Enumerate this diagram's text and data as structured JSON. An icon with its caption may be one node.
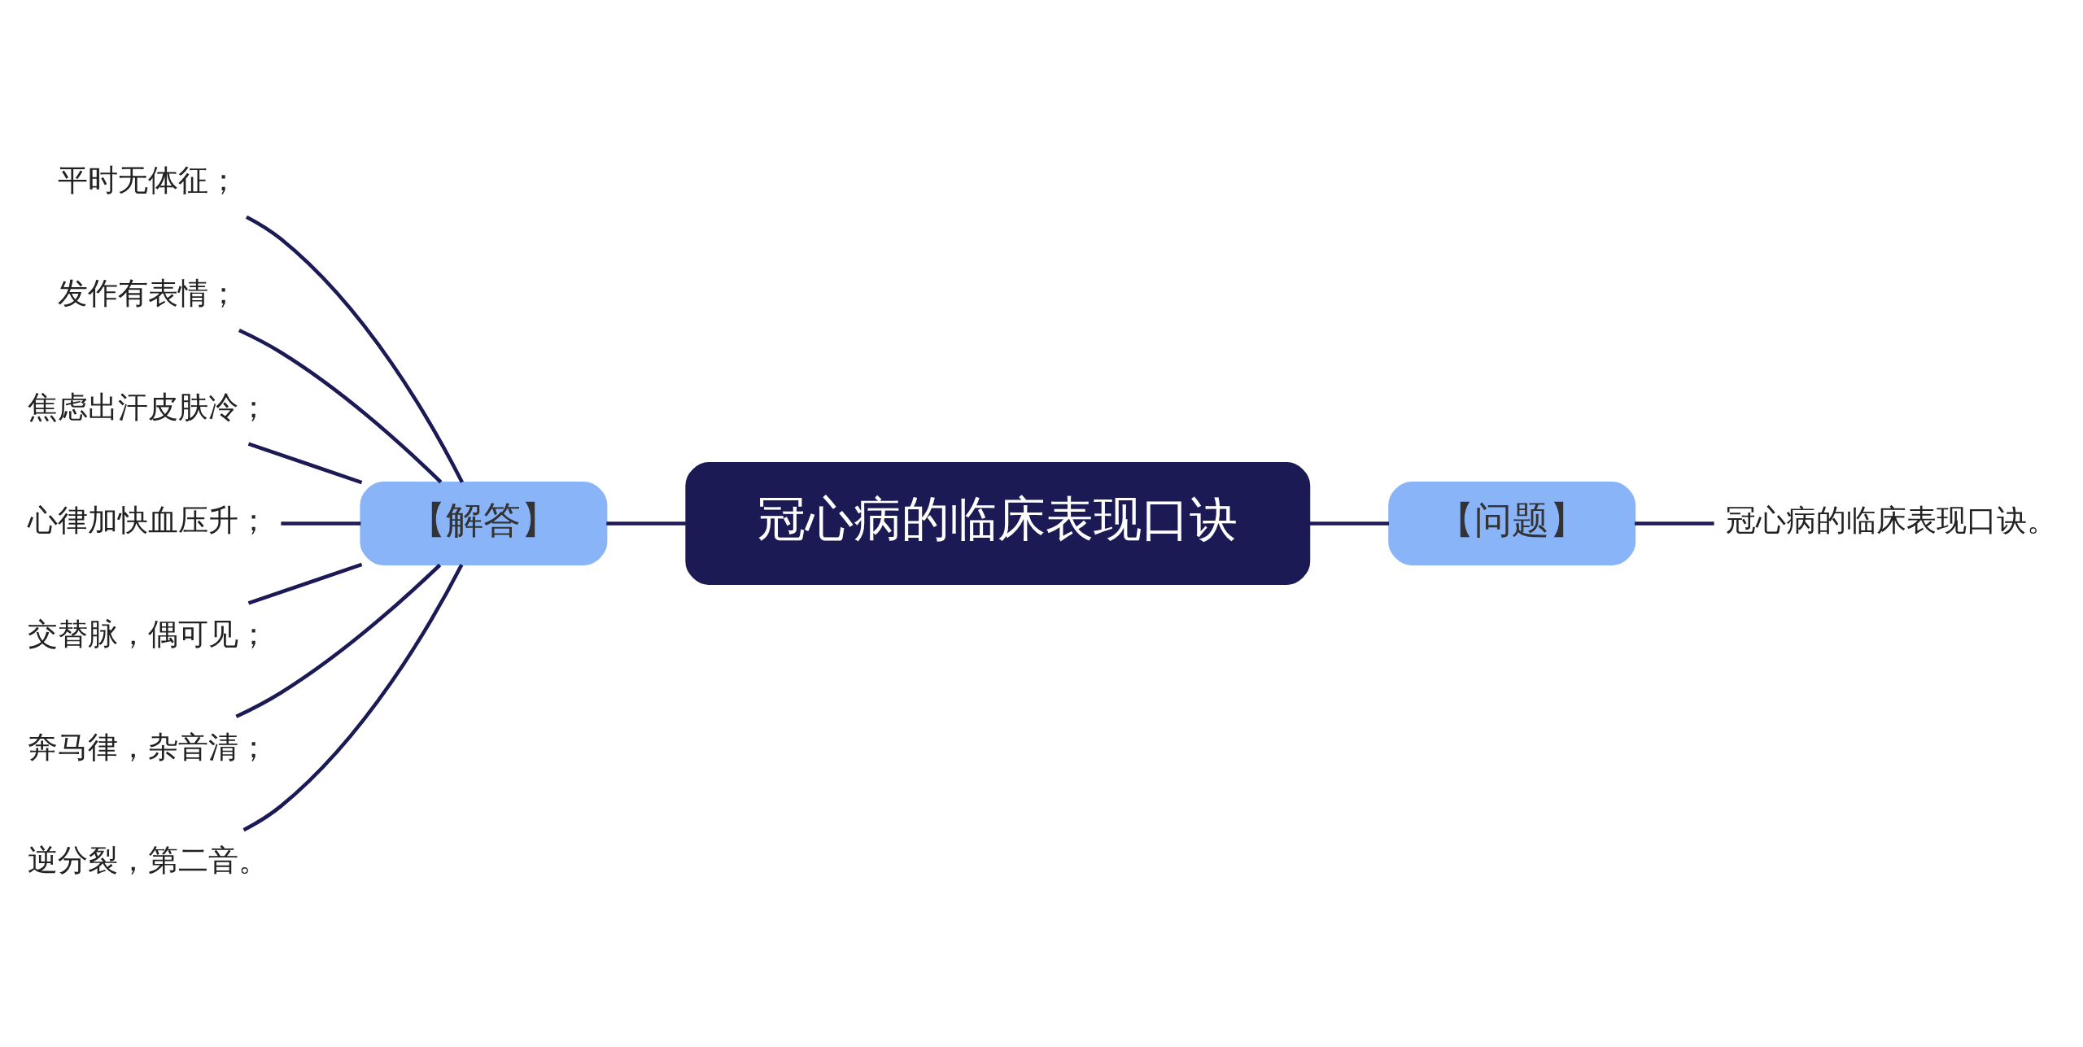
{
  "diagram": {
    "nodes": [
      {
        "text": [
          "冠心病的临床表现口诀"
        ]
      },
      {
        "text": [
          "【解答】"
        ]
      },
      {
        "text": [
          "平时无体征；"
        ]
      },
      {
        "text": [
          "发作有表情；"
        ]
      },
      {
        "text": [
          "焦虑出汗皮肤冷；"
        ]
      },
      {
        "text": [
          "心律加快血压升；"
        ]
      },
      {
        "text": [
          "交替脉，偶可见；"
        ]
      },
      {
        "text": [
          "奔马律，杂音清；"
        ]
      },
      {
        "text": [
          "逆分裂，第二音。"
        ]
      },
      {
        "text": [
          "【问题】"
        ]
      },
      {
        "text": [
          "冠心病的临床表现口诀。"
        ]
      }
    ],
    "edges": [
      {
        "from": 0,
        "to": 1,
        "arrow": "none"
      },
      {
        "from": 1,
        "to": 2,
        "arrow": "none"
      },
      {
        "from": 1,
        "to": 3,
        "arrow": "none"
      },
      {
        "from": 1,
        "to": 4,
        "arrow": "none"
      },
      {
        "from": 1,
        "to": 5,
        "arrow": "none"
      },
      {
        "from": 1,
        "to": 6,
        "arrow": "none"
      },
      {
        "from": 1,
        "to": 7,
        "arrow": "none"
      },
      {
        "from": 1,
        "to": 8,
        "arrow": "none"
      },
      {
        "from": 0,
        "to": 9,
        "arrow": "none"
      },
      {
        "from": 9,
        "to": 10,
        "arrow": "none"
      }
    ]
  }
}
